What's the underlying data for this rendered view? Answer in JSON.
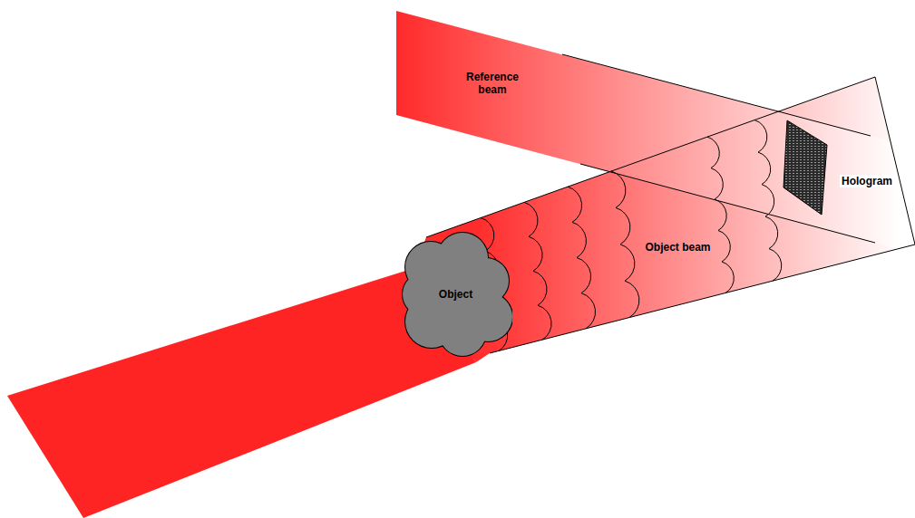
{
  "diagram": {
    "nodes": [
      {
        "text": [
          "Reference beam"
        ]
      },
      {
        "text": [
          "Object"
        ]
      },
      {
        "text": [
          "Object beam"
        ]
      },
      {
        "text": [
          "Hologram"
        ]
      }
    ]
  }
}
